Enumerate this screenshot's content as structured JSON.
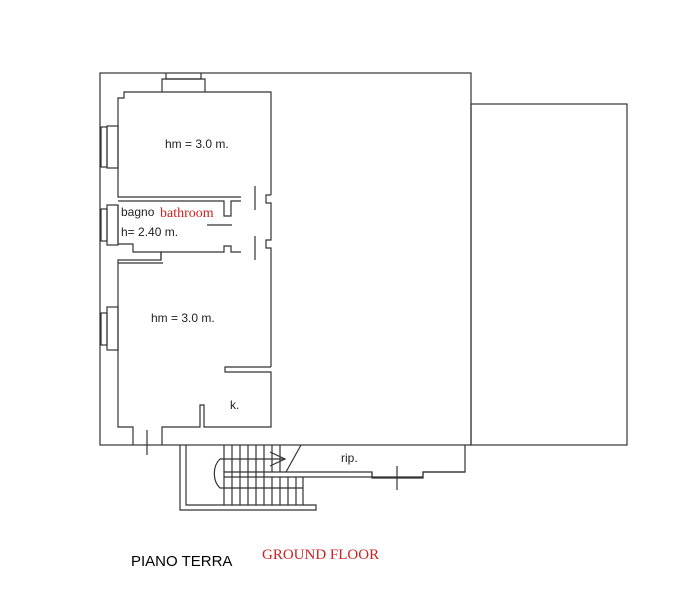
{
  "rooms": {
    "room_upper_height": "hm = 3.0 m.",
    "bathroom_label": "bagno",
    "bathroom_translation": "bathroom",
    "bathroom_height": "h= 2.40 m.",
    "room_lower_height": "hm = 3.0 m.",
    "kitchen_label": "k.",
    "storage_label": "rip."
  },
  "title": {
    "label": "PIANO TERRA",
    "translation": "GROUND FLOOR"
  },
  "colors": {
    "walls": "#333333",
    "translation": "#cc2222"
  }
}
